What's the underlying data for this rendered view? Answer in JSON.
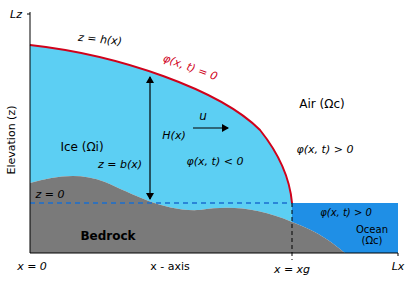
{
  "diagram": {
    "nodes": [
      {
        "text": [
          "Air (Ωc)",
          "φ(x, t) > 0"
        ]
      },
      {
        "text": [
          "Ice (Ωi)",
          "H(x)",
          "u",
          "φ(x, t) < 0"
        ]
      },
      {
        "text": [
          "φ(x, t) > 0",
          "Ocean (Ωc)"
        ]
      },
      {
        "text": [
          "Bedrock"
        ]
      }
    ],
    "labels": [
      "Lz",
      "Elevation (z)",
      "z = h(x)",
      "φ(x, t) = 0",
      "z = b(x)",
      "z = 0",
      "x = 0",
      "x - axis",
      "x = xg",
      "Lx"
    ]
  }
}
